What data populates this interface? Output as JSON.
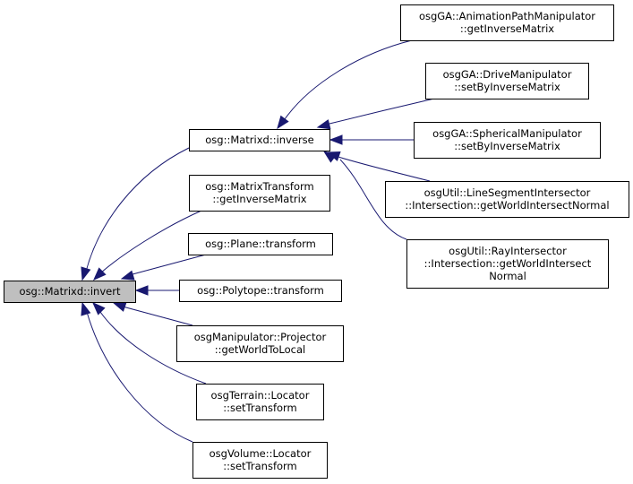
{
  "diagram": {
    "type": "doxygen-caller-graph",
    "edge_color": "#191970",
    "root_fill": "#bfbfbf",
    "nodes": [
      {
        "id": "invert",
        "lines": [
          "osg::Matrixd::invert"
        ],
        "root": true
      },
      {
        "id": "inverse",
        "lines": [
          "osg::Matrixd::inverse"
        ]
      },
      {
        "id": "mt_getinv",
        "lines": [
          "osg::MatrixTransform",
          "::getInverseMatrix"
        ]
      },
      {
        "id": "plane_transform",
        "lines": [
          "osg::Plane::transform"
        ]
      },
      {
        "id": "polytope_transform",
        "lines": [
          "osg::Polytope::transform"
        ]
      },
      {
        "id": "projector",
        "lines": [
          "osgManipulator::Projector",
          "::getWorldToLocal"
        ]
      },
      {
        "id": "terrain_locator",
        "lines": [
          "osgTerrain::Locator",
          "::setTransform"
        ]
      },
      {
        "id": "volume_locator",
        "lines": [
          "osgVolume::Locator",
          "::setTransform"
        ]
      },
      {
        "id": "anim_path",
        "lines": [
          "osgGA::AnimationPathManipulator",
          "::getInverseMatrix"
        ]
      },
      {
        "id": "drive",
        "lines": [
          "osgGA::DriveManipulator",
          "::setByInverseMatrix"
        ]
      },
      {
        "id": "spherical",
        "lines": [
          "osgGA::SphericalManipulator",
          "::setByInverseMatrix"
        ]
      },
      {
        "id": "lineseg",
        "lines": [
          "osgUtil::LineSegmentIntersector",
          "::Intersection::getWorldIntersectNormal"
        ]
      },
      {
        "id": "ray",
        "lines": [
          "osgUtil::RayIntersector",
          "::Intersection::getWorldIntersect",
          "Normal"
        ]
      }
    ],
    "edges": [
      {
        "from": "inverse",
        "to": "invert"
      },
      {
        "from": "mt_getinv",
        "to": "invert"
      },
      {
        "from": "plane_transform",
        "to": "invert"
      },
      {
        "from": "polytope_transform",
        "to": "invert"
      },
      {
        "from": "projector",
        "to": "invert"
      },
      {
        "from": "terrain_locator",
        "to": "invert"
      },
      {
        "from": "volume_locator",
        "to": "invert"
      },
      {
        "from": "anim_path",
        "to": "inverse"
      },
      {
        "from": "drive",
        "to": "inverse"
      },
      {
        "from": "spherical",
        "to": "inverse"
      },
      {
        "from": "lineseg",
        "to": "inverse"
      },
      {
        "from": "ray",
        "to": "inverse"
      }
    ]
  }
}
